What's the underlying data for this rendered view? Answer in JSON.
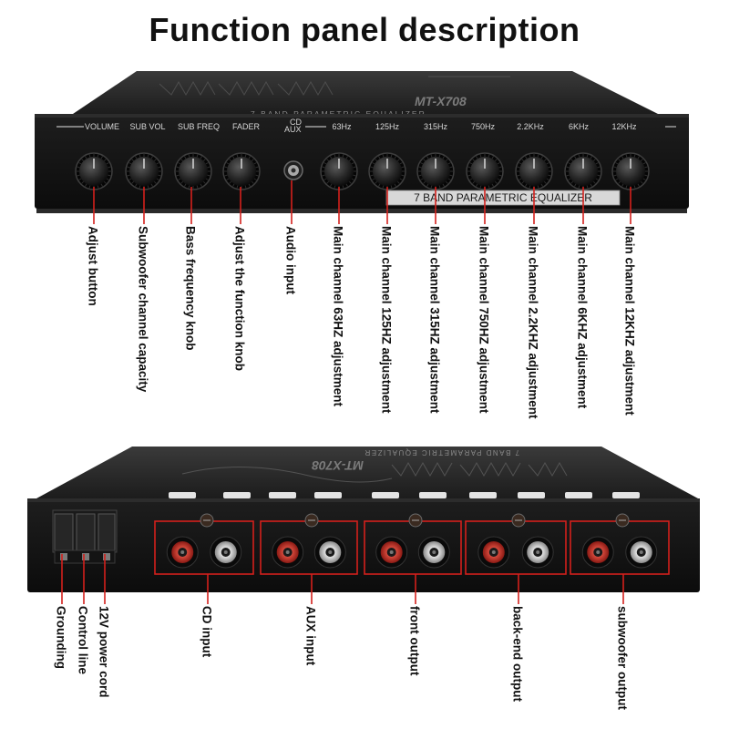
{
  "title": "Function panel description",
  "front_panel": {
    "model": "MT-X708",
    "subtitle": "7 BAND PARAMETRIC EQUALIZER",
    "badge": "7 BAND PARAMETRIC EQUALIZER",
    "knob_labels": [
      "VOLUME",
      "SUB VOL",
      "SUB FREQ",
      "FADER",
      "63Hz",
      "125Hz",
      "315Hz",
      "750Hz",
      "2.2KHz",
      "6KHz",
      "12KHz"
    ],
    "switch_label_top": "CD",
    "switch_label_bottom": "AUX"
  },
  "front_callouts": [
    "Adjust button",
    "Subwoofer channel capacity",
    "Bass frequency knob",
    "Adjust the function knob",
    "Audio input",
    "Main channel 63HZ adjustment",
    "Main channel 125HZ adjustment",
    "Main channel 315HZ adjustment",
    "Main channel 750HZ adjustment",
    "Main channel 2.2KHZ adjustment",
    "Main channel 6KHZ adjustment",
    "Main channel 12KHZ adjustment"
  ],
  "rear_panel": {
    "model": "MT-X708",
    "subtitle": "7 BAND PARAMETRIC EQUALIZER"
  },
  "rear_callouts": [
    "Grounding",
    "Control line",
    "12V power cord",
    "CD input",
    "AUX input",
    "front output",
    "back-end output",
    "subwoofer output"
  ],
  "colors": {
    "callout_red": "#d4201c",
    "panel": "#121212",
    "rca_red": "#c62a24",
    "rca_white": "#dcdcdc"
  }
}
